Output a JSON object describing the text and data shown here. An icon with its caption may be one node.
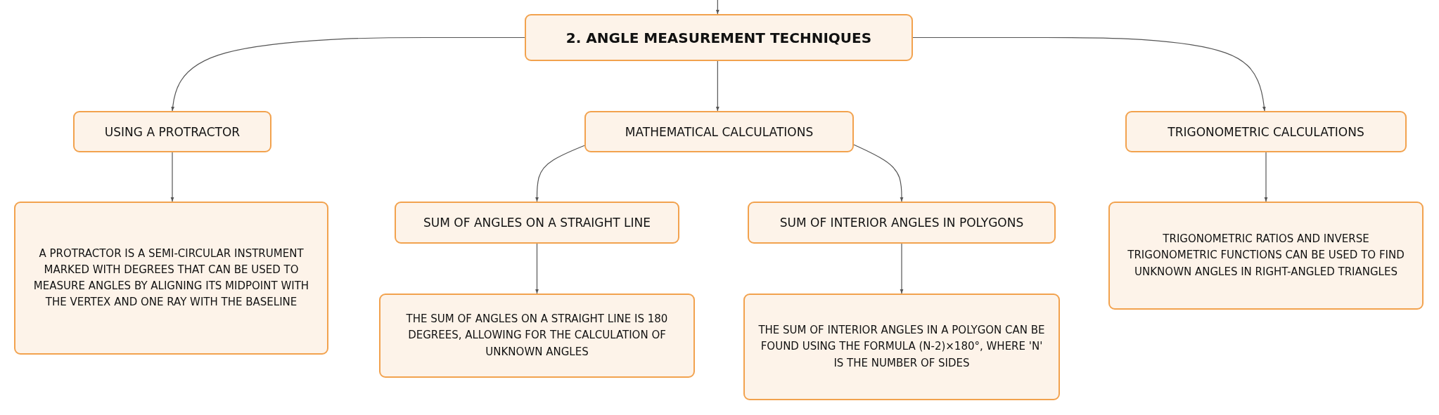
{
  "diagram": {
    "nodes": [
      {
        "text": [
          "2. ANGLE MEASUREMENT TECHNIQUES"
        ]
      },
      {
        "text": [
          "USING A PROTRACTOR"
        ]
      },
      {
        "text": [
          "MATHEMATICAL CALCULATIONS"
        ]
      },
      {
        "text": [
          "TRIGONOMETRIC CALCULATIONS"
        ]
      },
      {
        "text": [
          "A PROTRACTOR IS A SEMI-CIRCULAR INSTRUMENT MARKED WITH DEGREES THAT CAN BE USED TO MEASURE ANGLES BY ALIGNING ITS MIDPOINT WITH THE VERTEX AND ONE RAY WITH THE BASELINE"
        ]
      },
      {
        "text": [
          "SUM OF ANGLES ON A STRAIGHT LINE"
        ]
      },
      {
        "text": [
          "SUM OF INTERIOR ANGLES IN POLYGONS"
        ]
      },
      {
        "text": [
          "TRIGONOMETRIC RATIOS AND INVERSE TRIGONOMETRIC FUNCTIONS CAN BE USED TO FIND UNKNOWN ANGLES IN RIGHT-ANGLED TRIANGLES"
        ]
      },
      {
        "text": [
          "THE SUM OF ANGLES ON A STRAIGHT LINE IS 180 DEGREES, ALLOWING FOR THE CALCULATION OF UNKNOWN ANGLES"
        ]
      },
      {
        "text": [
          "THE SUM OF INTERIOR ANGLES IN A POLYGON CAN BE FOUND USING THE FORMULA (N-2)×180°, WHERE 'N' IS THE NUMBER OF SIDES"
        ]
      }
    ],
    "edges": [
      {
        "from": null,
        "to": 0,
        "arrow": "to"
      },
      {
        "from": 0,
        "to": 1,
        "arrow": "to"
      },
      {
        "from": 0,
        "to": 2,
        "arrow": "to"
      },
      {
        "from": 0,
        "to": 3,
        "arrow": "to"
      },
      {
        "from": 1,
        "to": 4,
        "arrow": "to"
      },
      {
        "from": 2,
        "to": 5,
        "arrow": "to"
      },
      {
        "from": 2,
        "to": 6,
        "arrow": "to"
      },
      {
        "from": 3,
        "to": 7,
        "arrow": "to"
      },
      {
        "from": 5,
        "to": 8,
        "arrow": "to"
      },
      {
        "from": 6,
        "to": 9,
        "arrow": "to"
      }
    ]
  }
}
